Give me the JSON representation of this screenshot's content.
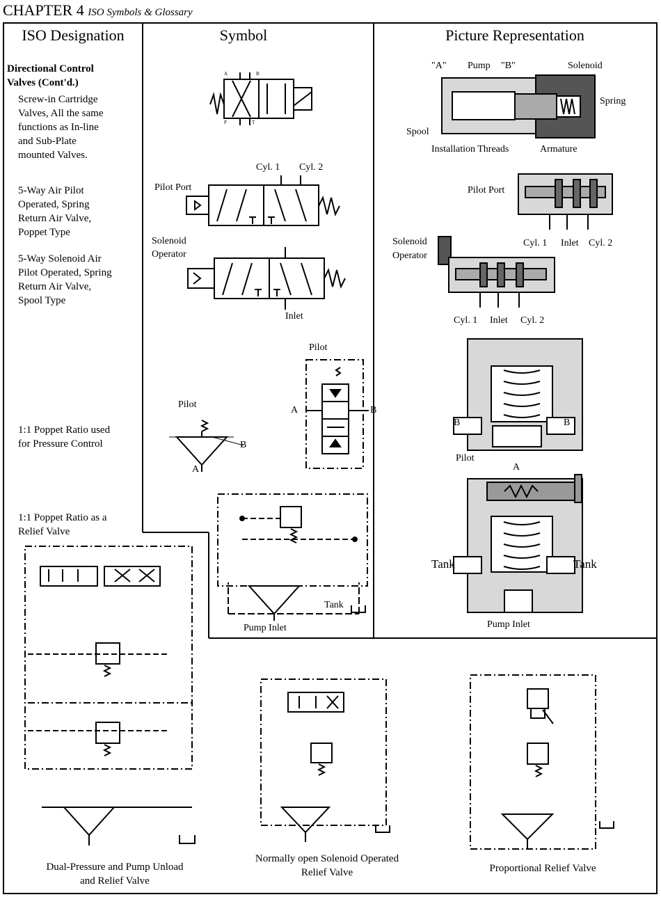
{
  "header": {
    "chapter": "CHAPTER 4",
    "subtitle": "ISO Symbols & Glossary"
  },
  "columns": {
    "designation": "ISO Designation",
    "symbol": "Symbol",
    "picture": "Picture Representation"
  },
  "designation": {
    "section_title_line1": "Directional Control",
    "section_title_line2": "Valves (Cont'd.)",
    "item1": [
      "Screw-in Cartridge",
      "Valves, All the same",
      "functions as In-line",
      "and Sub-Plate",
      "mounted Valves."
    ],
    "item2": [
      "5-Way Air Pilot",
      "Operated, Spring",
      "Return Air Valve,",
      "Poppet Type"
    ],
    "item3": [
      "5-Way Solenoid Air",
      "Pilot Operated, Spring",
      "Return Air Valve,",
      "Spool Type"
    ],
    "item4": [
      "1:1 Poppet Ratio used",
      "for Pressure Control"
    ],
    "item5": [
      "1:1 Poppet Ratio as a",
      "Relief Valve"
    ]
  },
  "symbol_labels": {
    "port_a": "A",
    "port_b": "B",
    "port_p": "P",
    "port_t": "T",
    "cyl1": "Cyl. 1",
    "cyl2": "Cyl. 2",
    "pilot_port": "Pilot Port",
    "solenoid_operator_line1": "Solenoid",
    "solenoid_operator_line2": "Operator",
    "inlet": "Inlet",
    "pilot": "Pilot",
    "a": "A",
    "b": "B",
    "tank": "Tank",
    "pump_inlet": "Pump Inlet"
  },
  "picture_labels": {
    "a_quote": "\"A\"",
    "pump": "Pump",
    "b_quote": "\"B\"",
    "solenoid": "Solenoid",
    "spring": "Spring",
    "spool": "Spool",
    "installation_threads": "Installation Threads",
    "armature": "Armature",
    "pilot_port": "Pilot Port",
    "cyl1": "Cyl. 1",
    "inlet": "Inlet",
    "cyl2": "Cyl. 2",
    "solenoid_line1": "Solenoid",
    "solenoid_line2": "Operator",
    "b": "B",
    "pilot": "Pilot",
    "a": "A",
    "tank": "Tank",
    "pump_inlet": "Pump Inlet"
  },
  "bottom_captions": {
    "dual_line1": "Dual-Pressure and Pump Unload",
    "dual_line2": "and Relief Valve",
    "normally_open_line1": "Normally open Solenoid Operated",
    "normally_open_line2": "Relief Valve",
    "proportional": "Proportional  Relief Valve"
  }
}
